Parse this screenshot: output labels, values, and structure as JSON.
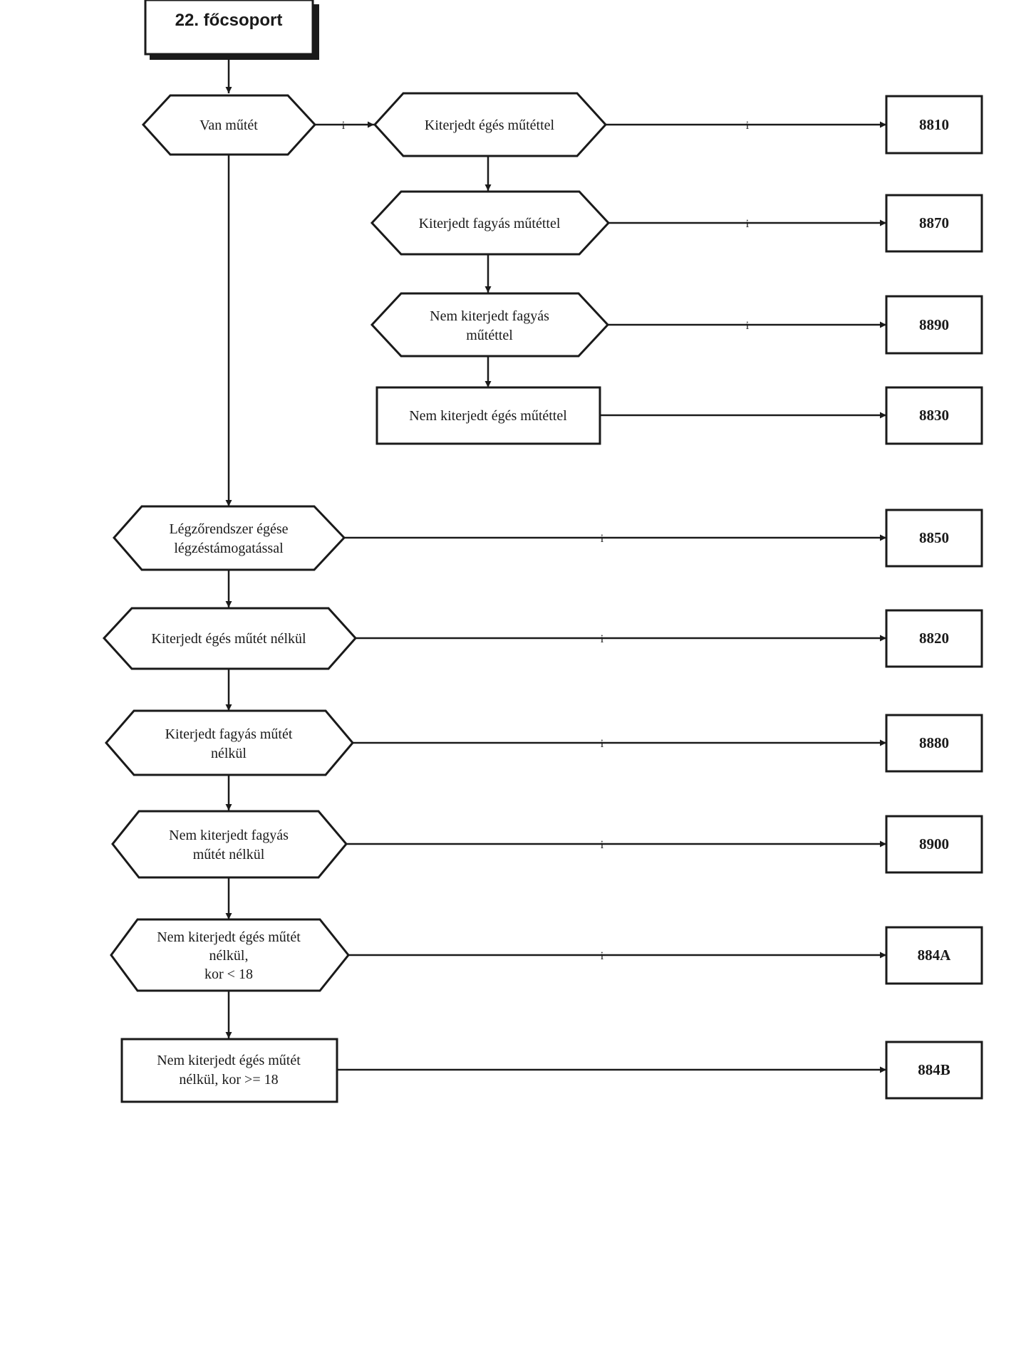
{
  "title": "22. főcsoport",
  "yes_label": "i",
  "decisions": [
    {
      "id": "van-mutet",
      "lines": [
        "Van műtét"
      ]
    },
    {
      "id": "kiterjedt-eges-mutettel",
      "lines": [
        "Kiterjedt égés műtéttel"
      ]
    },
    {
      "id": "kiterjedt-fagyas-mutettel",
      "lines": [
        "Kiterjedt fagyás műtéttel"
      ]
    },
    {
      "id": "nem-kiterjedt-fagyas-mutettel",
      "lines": [
        "Nem kiterjedt fagyás",
        "műtéttel"
      ]
    },
    {
      "id": "legzorendszer-egese",
      "lines": [
        "Légzőrendszer égése",
        "légzéstámogatással"
      ]
    },
    {
      "id": "kiterjedt-eges-mutet-nelkul",
      "lines": [
        "Kiterjedt égés műtét nélkül"
      ]
    },
    {
      "id": "kiterjedt-fagyas-mutet-nelkul",
      "lines": [
        "Kiterjedt fagyás műtét",
        "nélkül"
      ]
    },
    {
      "id": "nem-kiterjedt-fagyas-mutet-nelkul",
      "lines": [
        "Nem kiterjedt fagyás",
        "műtét nélkül"
      ]
    },
    {
      "id": "nem-kiterjedt-eges-mutet-nelkul-kor-kisebb-18",
      "lines": [
        "Nem kiterjedt égés műtét",
        "nélkül,",
        "kor <  18"
      ]
    }
  ],
  "processes": [
    {
      "id": "nem-kiterjedt-eges-mutettel",
      "lines": [
        "Nem kiterjedt égés műtéttel"
      ]
    },
    {
      "id": "nem-kiterjedt-eges-mutet-nelkul-kor-18",
      "lines": [
        "Nem kiterjedt égés műtét",
        "nélkül, kor >= 18"
      ]
    }
  ],
  "codes": [
    "8810",
    "8870",
    "8890",
    "8830",
    "8850",
    "8820",
    "8880",
    "8900",
    "884A",
    "884B"
  ],
  "colors": {
    "stroke": "#1a1a1a",
    "shadow": "#1a1a1a",
    "fill": "#ffffff"
  }
}
